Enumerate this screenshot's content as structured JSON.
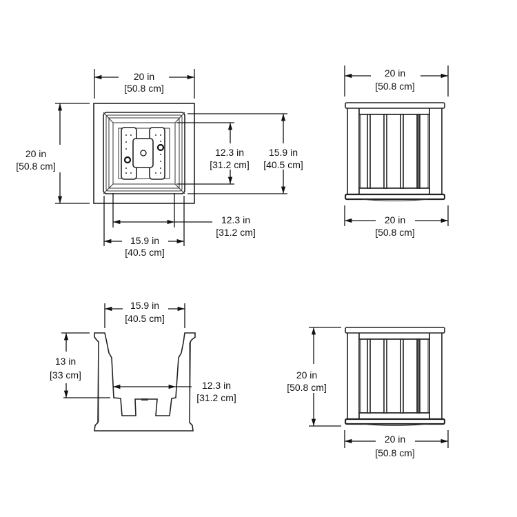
{
  "top_view": {
    "width": {
      "in": "20 in",
      "cm": "[50.8 cm]"
    },
    "depth": {
      "in": "20 in",
      "cm": "[50.8 cm]"
    },
    "inner_depth": {
      "in": "12.3 in",
      "cm": "[31.2 cm]"
    },
    "outer_depth": {
      "in": "15.9 in",
      "cm": "[40.5 cm]"
    },
    "inner_width": {
      "in": "12.3 in",
      "cm": "[31.2 cm]"
    },
    "outer_width": {
      "in": "15.9 in",
      "cm": "[40.5 cm]"
    }
  },
  "front_view": {
    "top_width": {
      "in": "20 in",
      "cm": "[50.8 cm]"
    },
    "bottom_width": {
      "in": "20 in",
      "cm": "[50.8 cm]"
    }
  },
  "section_view": {
    "top_opening": {
      "in": "15.9 in",
      "cm": "[40.5 cm]"
    },
    "depth": {
      "in": "13 in",
      "cm": "[33 cm]"
    },
    "bottom_width": {
      "in": "12.3 in",
      "cm": "[31.2 cm]"
    }
  },
  "side_view": {
    "height": {
      "in": "20 in",
      "cm": "[50.8 cm]"
    },
    "width": {
      "in": "20 in",
      "cm": "[50.8 cm]"
    }
  }
}
